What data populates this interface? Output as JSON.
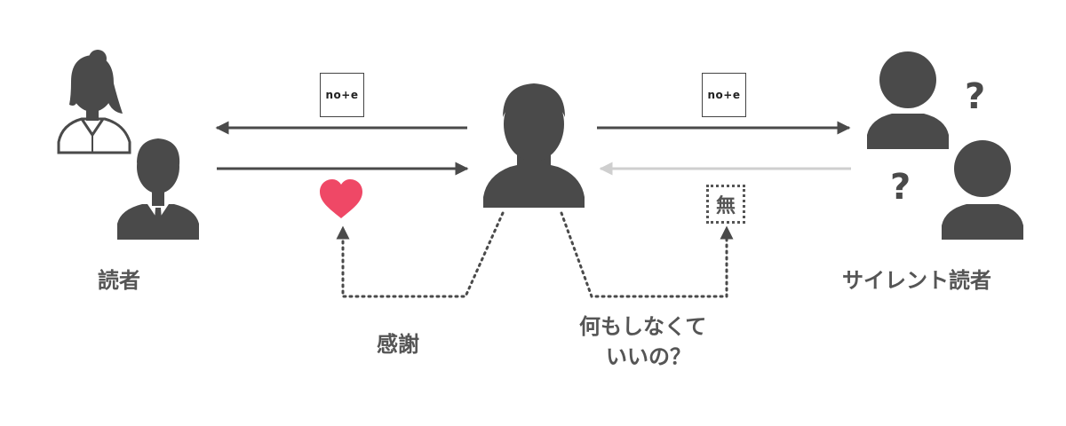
{
  "labels": {
    "readers": "読者",
    "silent_readers": "サイレント読者",
    "gratitude": "感謝",
    "question_line1": "何もしなくて",
    "question_line2": "いいの？"
  },
  "badges": {
    "note_left": "no+e",
    "note_right": "no+e",
    "nothing": "無"
  },
  "question_mark": "?",
  "colors": {
    "figure": "#4a4a4a",
    "arrow": "#4a4a4a",
    "faded_arrow": "#cfcfcf",
    "heart": "#ef4866",
    "text": "#555555"
  }
}
